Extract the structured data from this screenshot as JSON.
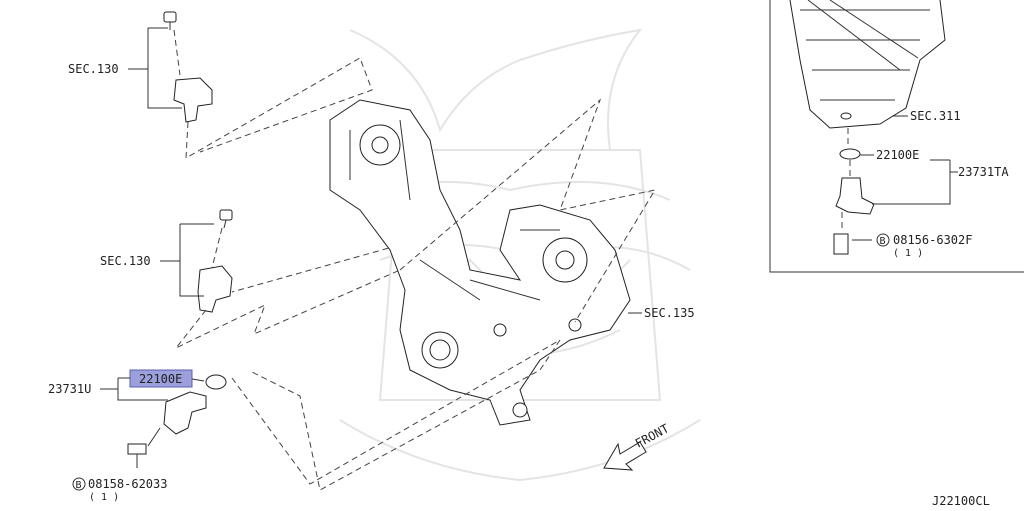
{
  "labels": {
    "sec130_top": "SEC.130",
    "sec130_mid": "SEC.130",
    "sec135": "SEC.135",
    "sec311": "SEC.311",
    "part_23731u": "23731U",
    "part_22100e_main": "22100E",
    "part_22100e_inset": "22100E",
    "part_23731ta": "23731TA",
    "bolt_main": "08158-62033",
    "bolt_main_qty": "( 1 )",
    "bolt_inset": "08156-6302F",
    "bolt_inset_qty": "( 1 )",
    "bolt_marker": "B",
    "front": "FRONT",
    "diagram_code": "J22100CL"
  },
  "colors": {
    "highlight": "#9b9fdc",
    "line": "#333333",
    "watermark": "#e4e4e4"
  }
}
